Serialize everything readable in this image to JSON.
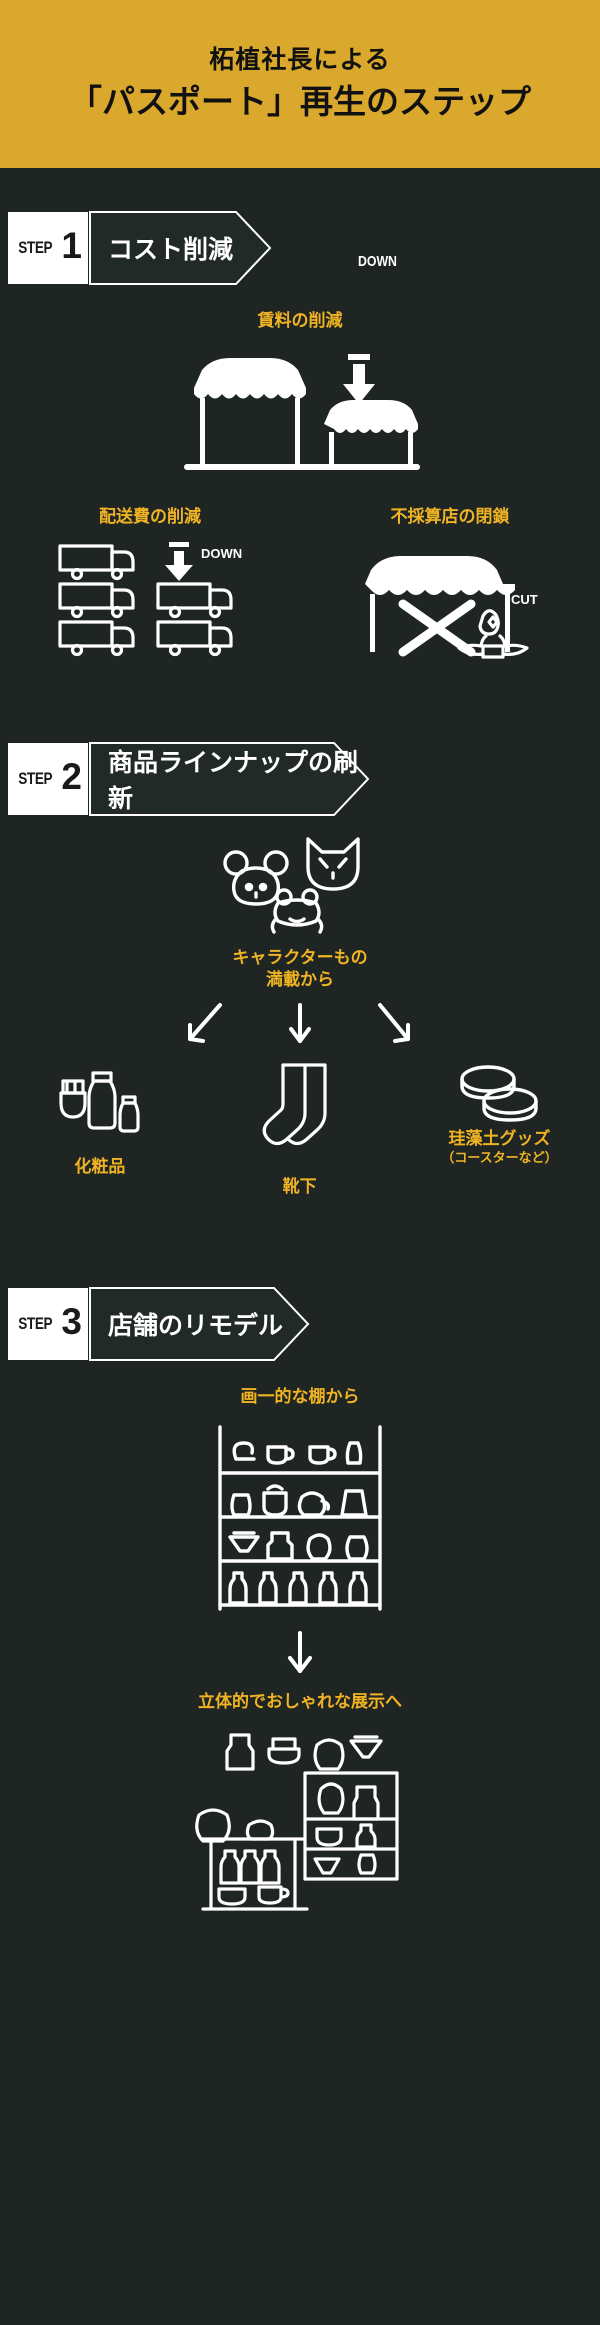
{
  "page": {
    "bg_color": "#1e2522",
    "accent_color": "#d9a82c",
    "label_color": "#f0b324",
    "line_color": "#ffffff"
  },
  "header": {
    "subtitle": "柘植社長による",
    "title": "「パスポート」再生のステップ"
  },
  "steps": [
    {
      "step_word": "STEP",
      "step_number": "1",
      "title": "コスト削減",
      "blocks": [
        {
          "caption": "賃料の削減",
          "badge": "DOWN",
          "icons": [
            "storefront-tall-icon",
            "storefront-short-icon",
            "down-arrow-icon"
          ]
        },
        {
          "caption": "配送費の削減",
          "badge": "DOWN",
          "icons": [
            "truck-icon",
            "down-arrow-icon"
          ]
        },
        {
          "caption": "不採算店の閉鎖",
          "badge": "CUT",
          "icons": [
            "storefront-icon",
            "cross-icon",
            "person-icon"
          ]
        }
      ]
    },
    {
      "step_word": "STEP",
      "step_number": "2",
      "title": "商品ラインナップの刷新",
      "from_label_line1": "キャラクターもの",
      "from_label_line2": "満載から",
      "character_icons": [
        "mouse-icon",
        "cat-icon",
        "frog-icon"
      ],
      "products": [
        {
          "label": "化粧品",
          "sublabel": "",
          "icon": "cosmetics-icon"
        },
        {
          "label": "靴下",
          "sublabel": "",
          "icon": "socks-icon"
        },
        {
          "label": "珪藻土グッズ",
          "sublabel": "（コースターなど）",
          "icon": "coaster-icon"
        }
      ]
    },
    {
      "step_word": "STEP",
      "step_number": "3",
      "title": "店舗のリモデル",
      "before_label": "画一的な棚から",
      "after_label": "立体的でおしゃれな展示へ",
      "icons": [
        "uniform-shelf-icon",
        "down-arrow-icon",
        "styled-display-icon"
      ]
    }
  ]
}
